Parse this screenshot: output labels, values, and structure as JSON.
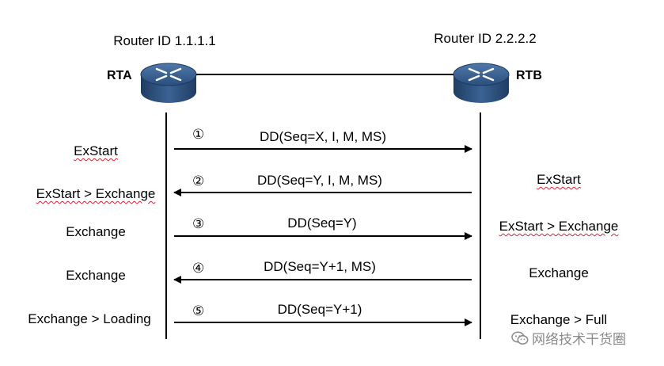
{
  "routers": {
    "left": {
      "id_text": "Router ID 1.1.1.1",
      "name": "RTA"
    },
    "right": {
      "id_text": "Router ID 2.2.2.2",
      "name": "RTB"
    }
  },
  "messages": [
    {
      "num": "①",
      "text": "DD(Seq=X, I, M, MS)",
      "direction": "A-to-B"
    },
    {
      "num": "②",
      "text": "DD(Seq=Y, I, M, MS)",
      "direction": "B-to-A"
    },
    {
      "num": "③",
      "text": "DD(Seq=Y)",
      "direction": "A-to-B"
    },
    {
      "num": "④",
      "text": "DD(Seq=Y+1, MS)",
      "direction": "B-to-A"
    },
    {
      "num": "⑤",
      "text": "DD(Seq=Y+1)",
      "direction": "A-to-B"
    }
  ],
  "left_states": [
    "ExStart",
    "ExStart > Exchange",
    "Exchange",
    "Exchange",
    "Exchange > Loading"
  ],
  "right_states": [
    "ExStart",
    "ExStart > Exchange",
    "Exchange",
    "Exchange > Full"
  ],
  "watermark": {
    "text": "网络技术干货圈",
    "icon": "wechat-icon"
  }
}
